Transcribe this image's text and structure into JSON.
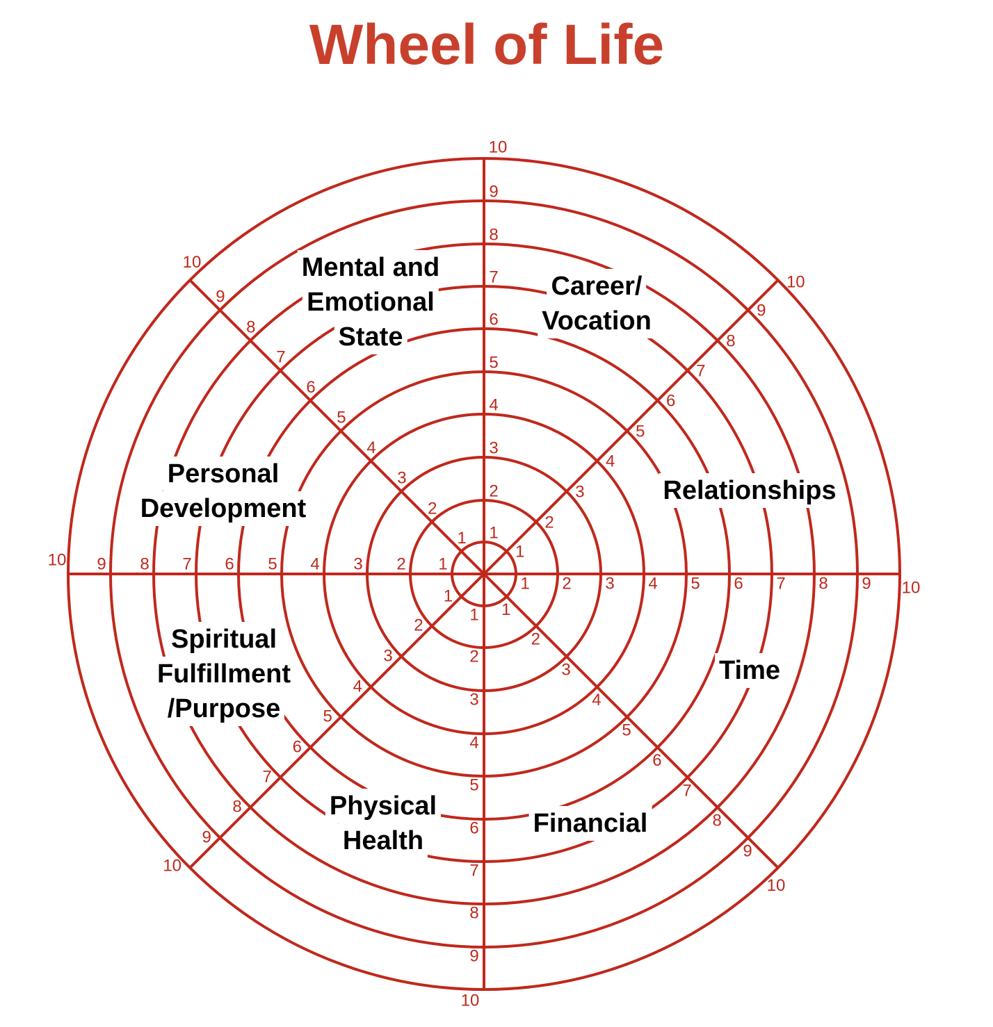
{
  "title": "Wheel of Life",
  "colors": {
    "line": "#c0281c",
    "title": "#c8402c",
    "label": "#000000"
  },
  "scale": [
    "1",
    "2",
    "3",
    "4",
    "5",
    "6",
    "7",
    "8",
    "9",
    "10"
  ],
  "categories": [
    {
      "id": "mental",
      "lines": [
        "Mental and",
        "Emotional",
        "State"
      ]
    },
    {
      "id": "career",
      "lines": [
        "Career/",
        "Vocation"
      ]
    },
    {
      "id": "relationships",
      "lines": [
        "Relationships"
      ]
    },
    {
      "id": "time",
      "lines": [
        "Time"
      ]
    },
    {
      "id": "financial",
      "lines": [
        "Financial"
      ]
    },
    {
      "id": "physical",
      "lines": [
        "Physical",
        "Health"
      ]
    },
    {
      "id": "spiritual",
      "lines": [
        "Spiritual",
        "Fulfillment",
        "/Purpose"
      ]
    },
    {
      "id": "personal",
      "lines": [
        "Personal",
        "Development"
      ]
    }
  ]
}
